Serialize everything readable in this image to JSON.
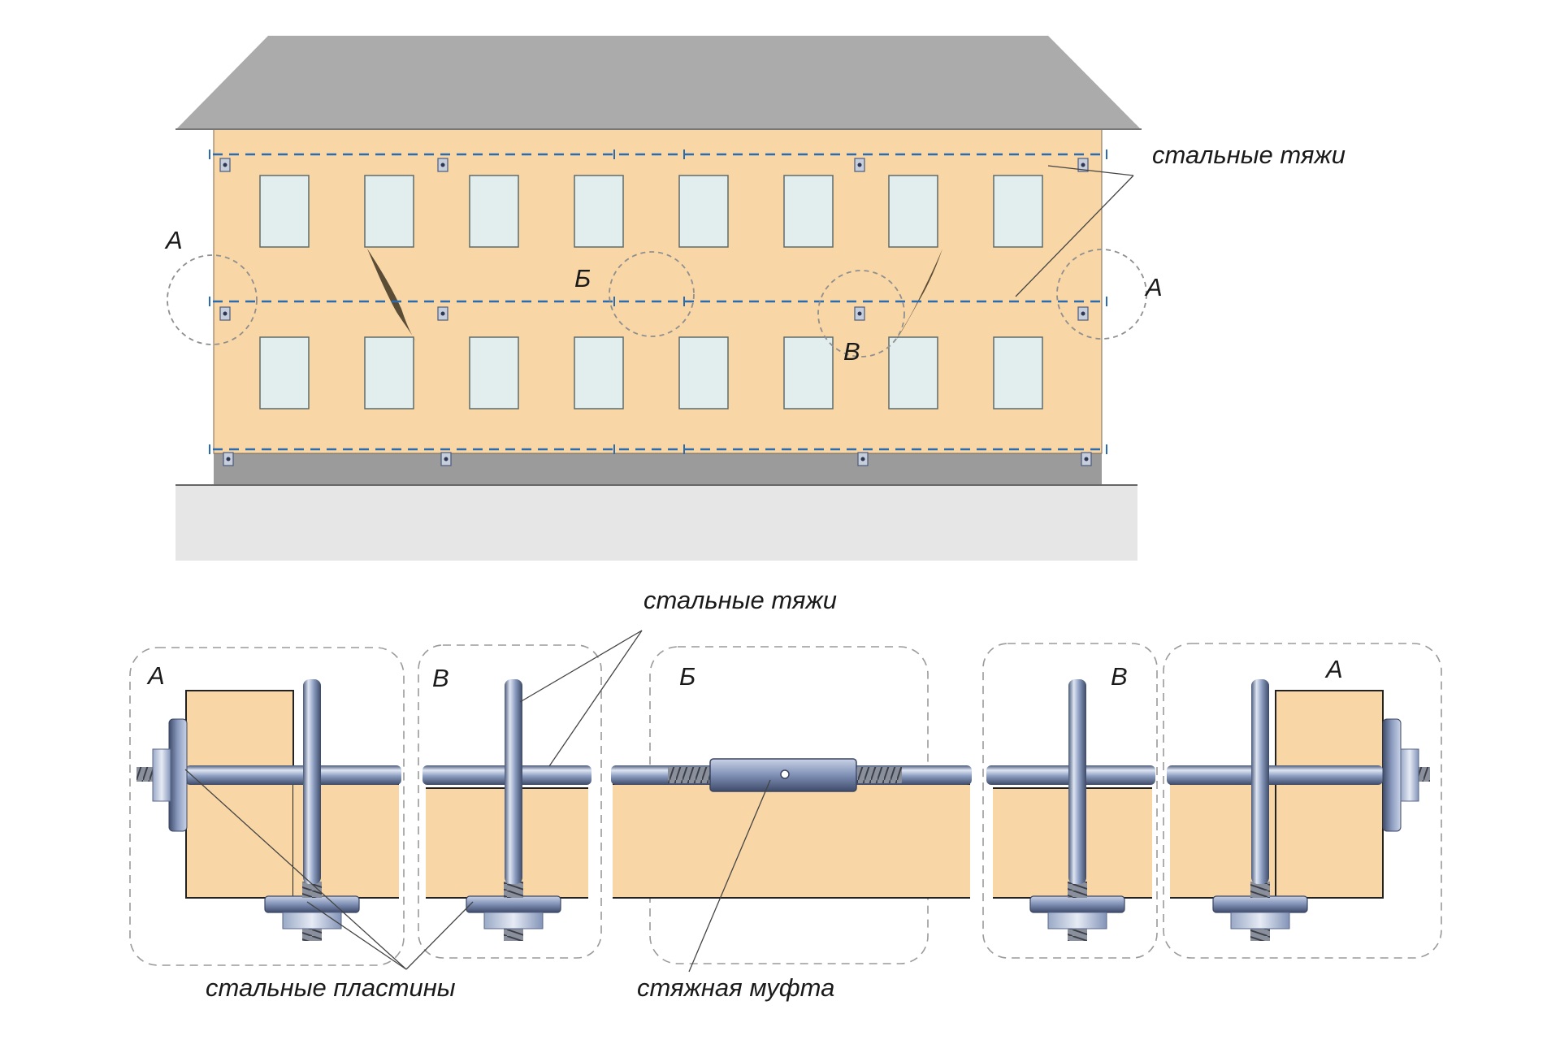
{
  "building": {
    "roof_color": "#ababab",
    "wall_color": "#f8d6a6",
    "window_color": "#e2eeee",
    "plinth_color": "#9b9b9b",
    "ground_color": "#e6e6e6",
    "tie_color": "#2b6cb0",
    "windows_per_floor": 8,
    "floors": 2
  },
  "labels": {
    "ties_top": "стальные тяжи",
    "ties_bottom": "стальные тяжи",
    "plates": "стальные пластины",
    "coupling": "стяжная муфта"
  },
  "zones": {
    "a": "А",
    "b": "Б",
    "v": "В"
  },
  "details": [
    {
      "id": "A",
      "letter": "А"
    },
    {
      "id": "V",
      "letter": "В"
    },
    {
      "id": "B",
      "letter": "Б"
    },
    {
      "id": "V",
      "letter": "В"
    },
    {
      "id": "A",
      "letter": "А"
    }
  ],
  "colors": {
    "rod_light": "#dfe6f3",
    "rod_mid": "#8a9cc0",
    "rod_dark": "#4b5a7a",
    "wood": "#f8d6a6",
    "detail_frame": "#9a9a9a"
  }
}
